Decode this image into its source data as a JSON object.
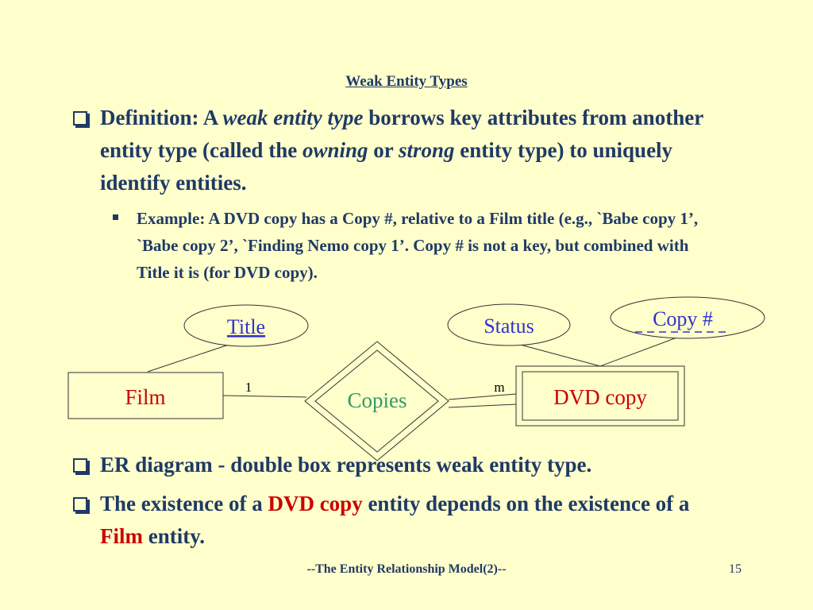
{
  "slide": {
    "title": "Weak Entity Types",
    "bullets": [
      {
        "parts": [
          {
            "text": "Definition: A ",
            "style": "plain"
          },
          {
            "text": "weak entity type",
            "style": "italic"
          },
          {
            "text": " borrows key attributes from another entity type (called the ",
            "style": "plain"
          },
          {
            "text": "owning",
            "style": "italic"
          },
          {
            "text": " or ",
            "style": "plain"
          },
          {
            "text": "strong",
            "style": "italic"
          },
          {
            "text": " entity type) to uniquely identify entities.",
            "style": "plain"
          }
        ]
      },
      {
        "parts": [
          {
            "text": "ER diagram - double box represents weak entity type.",
            "style": "plain"
          }
        ]
      },
      {
        "parts": [
          {
            "text": "The existence of a ",
            "style": "plain"
          },
          {
            "text": "DVD copy",
            "style": "red"
          },
          {
            "text": " entity depends on the existence of a ",
            "style": "plain"
          },
          {
            "text": "Film",
            "style": "red"
          },
          {
            "text": " entity.",
            "style": "plain"
          }
        ]
      }
    ],
    "sub_bullet": "Example: A DVD copy has a Copy #, relative to a Film title (e.g., `Babe copy 1’, `Babe copy 2’, `Finding Nemo copy 1’. Copy # is not a key, but combined with Title it is (for DVD copy).",
    "footer": "--The Entity Relationship Model(2)--",
    "page_number": "15"
  },
  "diagram": {
    "entity_film": "Film",
    "entity_dvd": "DVD copy",
    "relationship": "Copies",
    "attr_title": "Title",
    "attr_status": "Status",
    "attr_copy": "Copy #",
    "card_film": "1",
    "card_dvd": "m",
    "colors": {
      "line": "#333333",
      "entity_text": "#CC0000",
      "relationship_text": "#339966",
      "attribute_text": "#3333CC"
    }
  }
}
